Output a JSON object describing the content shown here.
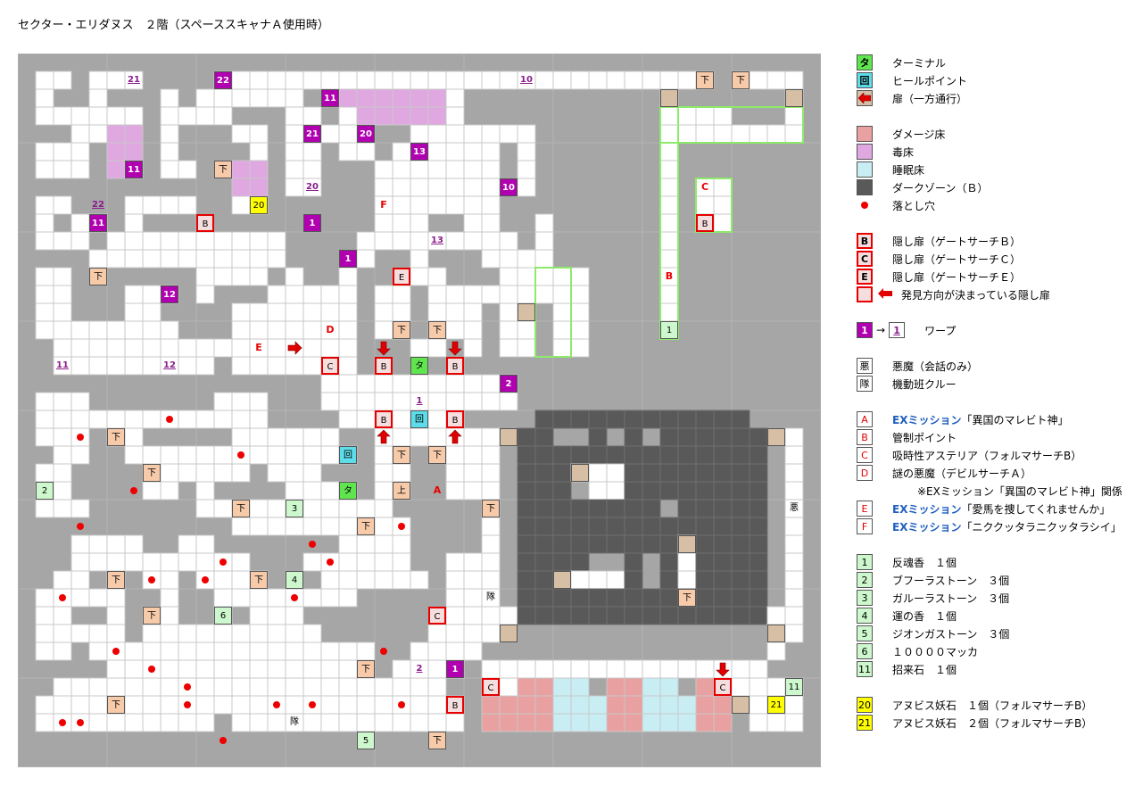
{
  "page": {
    "title": "セクター・エリダヌス　２階（スペーススキャナＡ使用時）"
  },
  "colors": {
    "wall": "#a6a6a6",
    "floor": "#ffffff",
    "floor_line": "#c8c8c8",
    "dark_zone": "#595959",
    "damage": "#e9a0a0",
    "poison": "#e0a8e0",
    "sleep": "#c8eef4",
    "warp": "#b000b0",
    "terminal": "#5fe64f",
    "heal": "#5ddde9",
    "stairs": "#f7caaa",
    "item": "#cdf7cd",
    "yellow_item": "#ffff00",
    "secret_door_border": "#e60000",
    "route_outline": "#8eea6a"
  },
  "map": {
    "demon_mark": "悪",
    "crew_mark": "隊",
    "terminal_mark": "タ",
    "heal_mark": "回",
    "down_mark": "下",
    "up_mark": "上"
  },
  "legend": {
    "terminal": {
      "mark": "タ",
      "text": "ターミナル"
    },
    "heal": {
      "mark": "回",
      "text": "ヒールポイント"
    },
    "door": {
      "text": "扉（一方通行）"
    },
    "damage_floor": {
      "text": "ダメージ床"
    },
    "poison_floor": {
      "text": "毒床"
    },
    "sleep_floor": {
      "text": "睡眠床"
    },
    "dark_zone": {
      "text": "ダークゾーン（Ｂ）"
    },
    "pitfall": {
      "text": "落とし穴"
    },
    "hidden_b": {
      "mark": "B",
      "text": "隠し扉（ゲートサーチＢ）"
    },
    "hidden_c": {
      "mark": "C",
      "text": "隠し扉（ゲートサーチＣ）"
    },
    "hidden_e": {
      "mark": "E",
      "text": "隠し扉（ゲートサーチＥ）"
    },
    "hidden_dir": {
      "text": "発見方向が決まっている隠し扉"
    },
    "warp": {
      "from": "1",
      "arrow": "→",
      "to": "1",
      "text": "ワープ"
    },
    "demon": {
      "mark": "悪",
      "text": "悪魔（会話のみ）"
    },
    "crew": {
      "mark": "隊",
      "text": "機動班クルー"
    },
    "events": [
      {
        "mark": "A",
        "prefix": "EXミッション",
        "text": "「異国のマレビト神」"
      },
      {
        "mark": "B",
        "prefix": "",
        "text": "管制ポイント"
      },
      {
        "mark": "C",
        "prefix": "",
        "text": "吸時性アステリア（フォルマサーチB）"
      },
      {
        "mark": "D",
        "prefix": "",
        "text": "謎の悪魔（デビルサーチＡ）"
      },
      {
        "mark": "",
        "prefix": "",
        "text": "※EXミッション「異国のマレビト神」関係"
      },
      {
        "mark": "E",
        "prefix": "EXミッション",
        "text": "「愛馬を捜してくれませんか」"
      },
      {
        "mark": "F",
        "prefix": "EXミッション",
        "text": "「ニククッタラニクッタラシイ」"
      }
    ],
    "items": [
      {
        "mark": "1",
        "text": "反魂香　１個"
      },
      {
        "mark": "2",
        "text": "ブフーラストーン　３個"
      },
      {
        "mark": "3",
        "text": "ガルーラストーン　３個"
      },
      {
        "mark": "4",
        "text": "運の香　１個"
      },
      {
        "mark": "5",
        "text": "ジオンガストーン　３個"
      },
      {
        "mark": "6",
        "text": "１００００マッカ"
      },
      {
        "mark": "11",
        "text": "招来石　１個"
      }
    ],
    "special_items": [
      {
        "mark": "20",
        "text": "アヌビス妖石　１個（フォルマサーチB）"
      },
      {
        "mark": "21",
        "text": "アヌビス妖石　２個（フォルマサーチB）"
      }
    ]
  }
}
